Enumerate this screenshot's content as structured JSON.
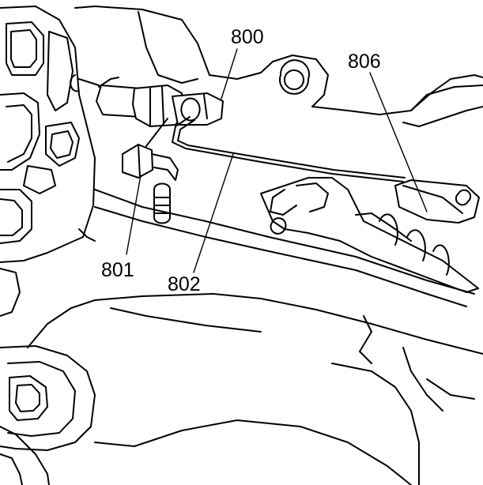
{
  "callouts": [
    {
      "id": "800",
      "label": "800"
    },
    {
      "id": "801",
      "label": "801"
    },
    {
      "id": "802",
      "label": "802"
    },
    {
      "id": "806",
      "label": "806"
    }
  ],
  "colors": {
    "line": "#000000",
    "background": "#ffffff"
  }
}
